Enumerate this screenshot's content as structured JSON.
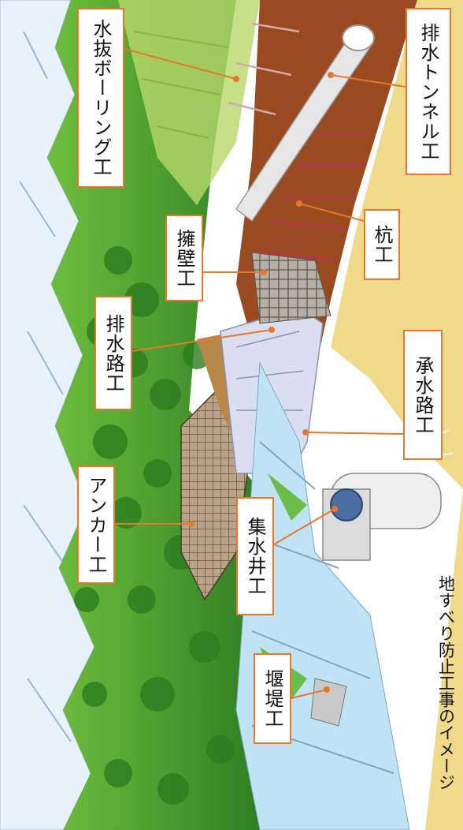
{
  "caption": "地すべり防止工事のイメージ",
  "colors": {
    "label_border": "#e8772e",
    "leader_line": "#e8772e",
    "sky": "#9fc8e8",
    "snow": "#e8f2fb",
    "forest": "#3f9a2c",
    "soil": "#9a4a1f",
    "sand": "#f1d98a",
    "concrete": "#d9dff0",
    "water_channel": "#bfe3f5"
  },
  "labels": {
    "drain_boring": "水抜ボーリング工",
    "drain_tunnel": "排水トンネル工",
    "retaining_wall": "擁壁工",
    "pile": "杭工",
    "drainage_channel": "排水路工",
    "water_channel": "承水路工",
    "anchor": "アンカー工",
    "catchment_well": "集水井工",
    "embankment": "堰堤工"
  }
}
